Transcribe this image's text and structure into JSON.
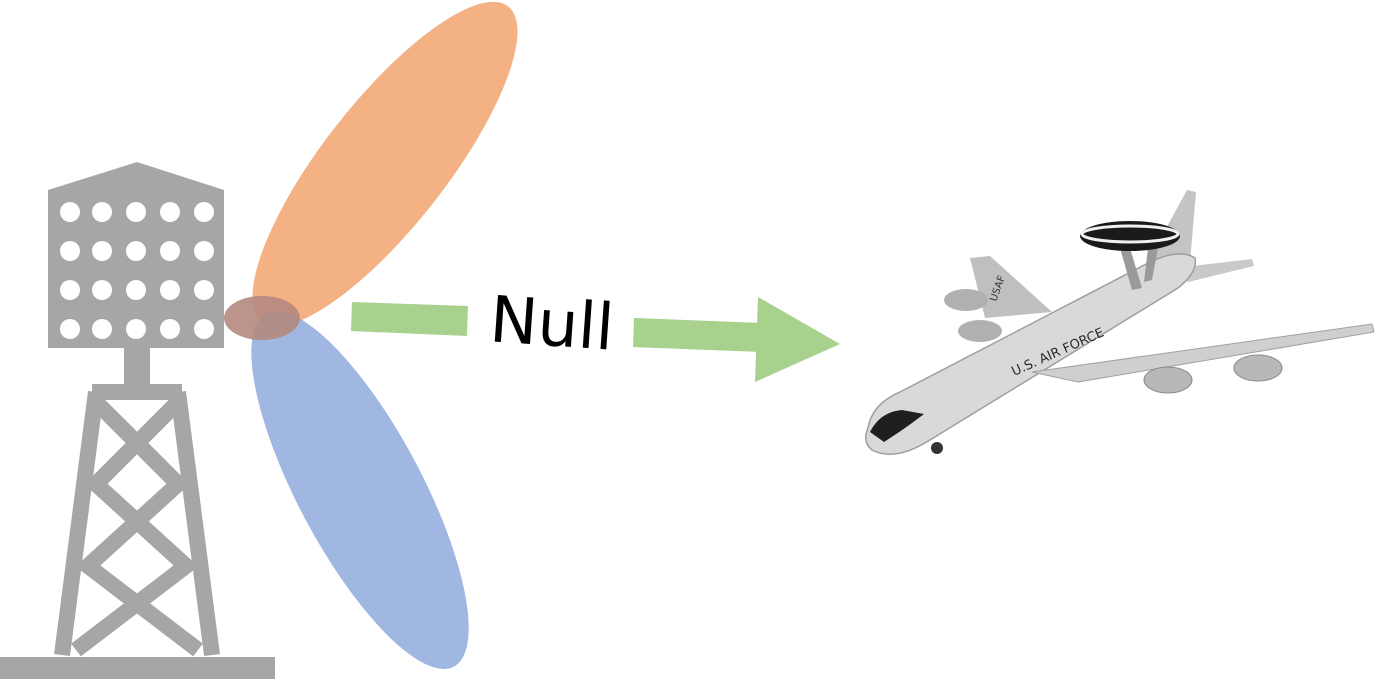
{
  "diagram": {
    "null_label": "Null",
    "aircraft_marking": "U.S. AIR FORCE",
    "aircraft_tail_marking": "USAF",
    "icons": {
      "tower": "radar-tower-icon",
      "aircraft": "awacs-aircraft-icon"
    },
    "colors": {
      "tower": "#a6a6a6",
      "beam_upper": "#f4b183",
      "beam_lower": "#8faadc",
      "beam_overlap": "#b48a80",
      "null_arrow": "#a9d18e",
      "aircraft_body": "#d9d9d9",
      "rotodome": "#1a1a1a",
      "background": "#ffffff"
    }
  }
}
